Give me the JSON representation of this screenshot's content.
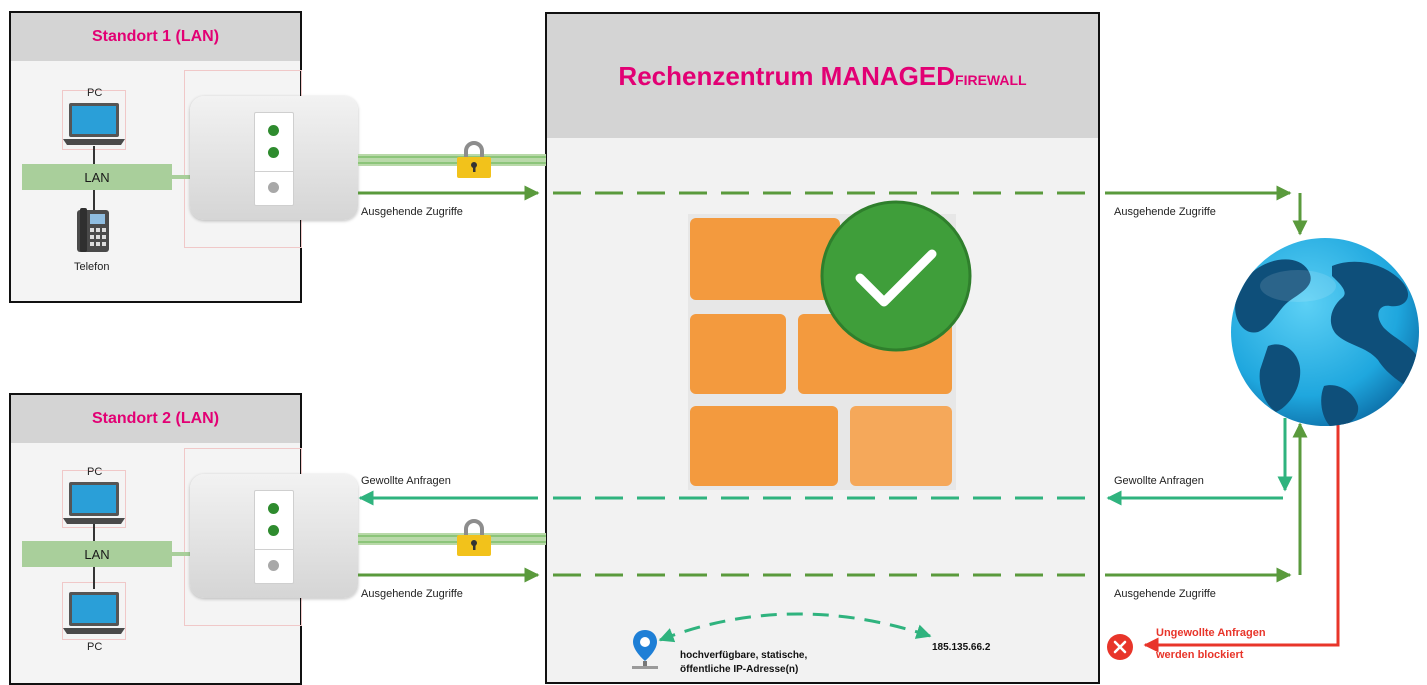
{
  "sites": [
    {
      "title": "Standort 1 (LAN)",
      "device_top_label": "PC",
      "lan_label": "LAN",
      "device_bottom_label": "Telefon"
    },
    {
      "title": "Standort 2 (LAN)",
      "device_top_label": "PC",
      "lan_label": "LAN",
      "device_bottom_label": "PC"
    }
  ],
  "datacenter": {
    "title": "Rechenzentrum MANAGED",
    "title_suffix": "FIREWALL"
  },
  "flows": {
    "site1_outgoing": "Ausgehende Zugriffe",
    "internet_outgoing_top": "Ausgehende Zugriffe",
    "site2_wanted": "Gewollte Anfragen",
    "internet_wanted": "Gewollte Anfragen",
    "site2_outgoing": "Ausgehende Zugriffe",
    "internet_outgoing_bottom": "Ausgehende Zugriffe"
  },
  "blocked": {
    "line1": "Ungewollte Anfragen",
    "line2": "werden blockiert"
  },
  "ip": {
    "description_line1": "hochverfügbare, statische,",
    "description_line2": "öffentliche IP-Adresse(n)",
    "address": "185.135.66.2"
  },
  "colors": {
    "magenta": "#e20074",
    "arrow_green": "#5a9a3c",
    "teal_green": "#2fb37e",
    "lan_green": "#a9cf9b",
    "red": "#e8352a",
    "brick_orange": "#f39a3e",
    "check_green": "#3f9e3a",
    "globe_blue": "#1fa7de",
    "globe_dark": "#0e4f7a"
  },
  "icons": [
    "laptop-icon",
    "phone-icon",
    "router-icon",
    "lock-icon",
    "firewall-icon",
    "checkmark-icon",
    "globe-icon",
    "location-pin-icon",
    "blocked-x-icon"
  ]
}
